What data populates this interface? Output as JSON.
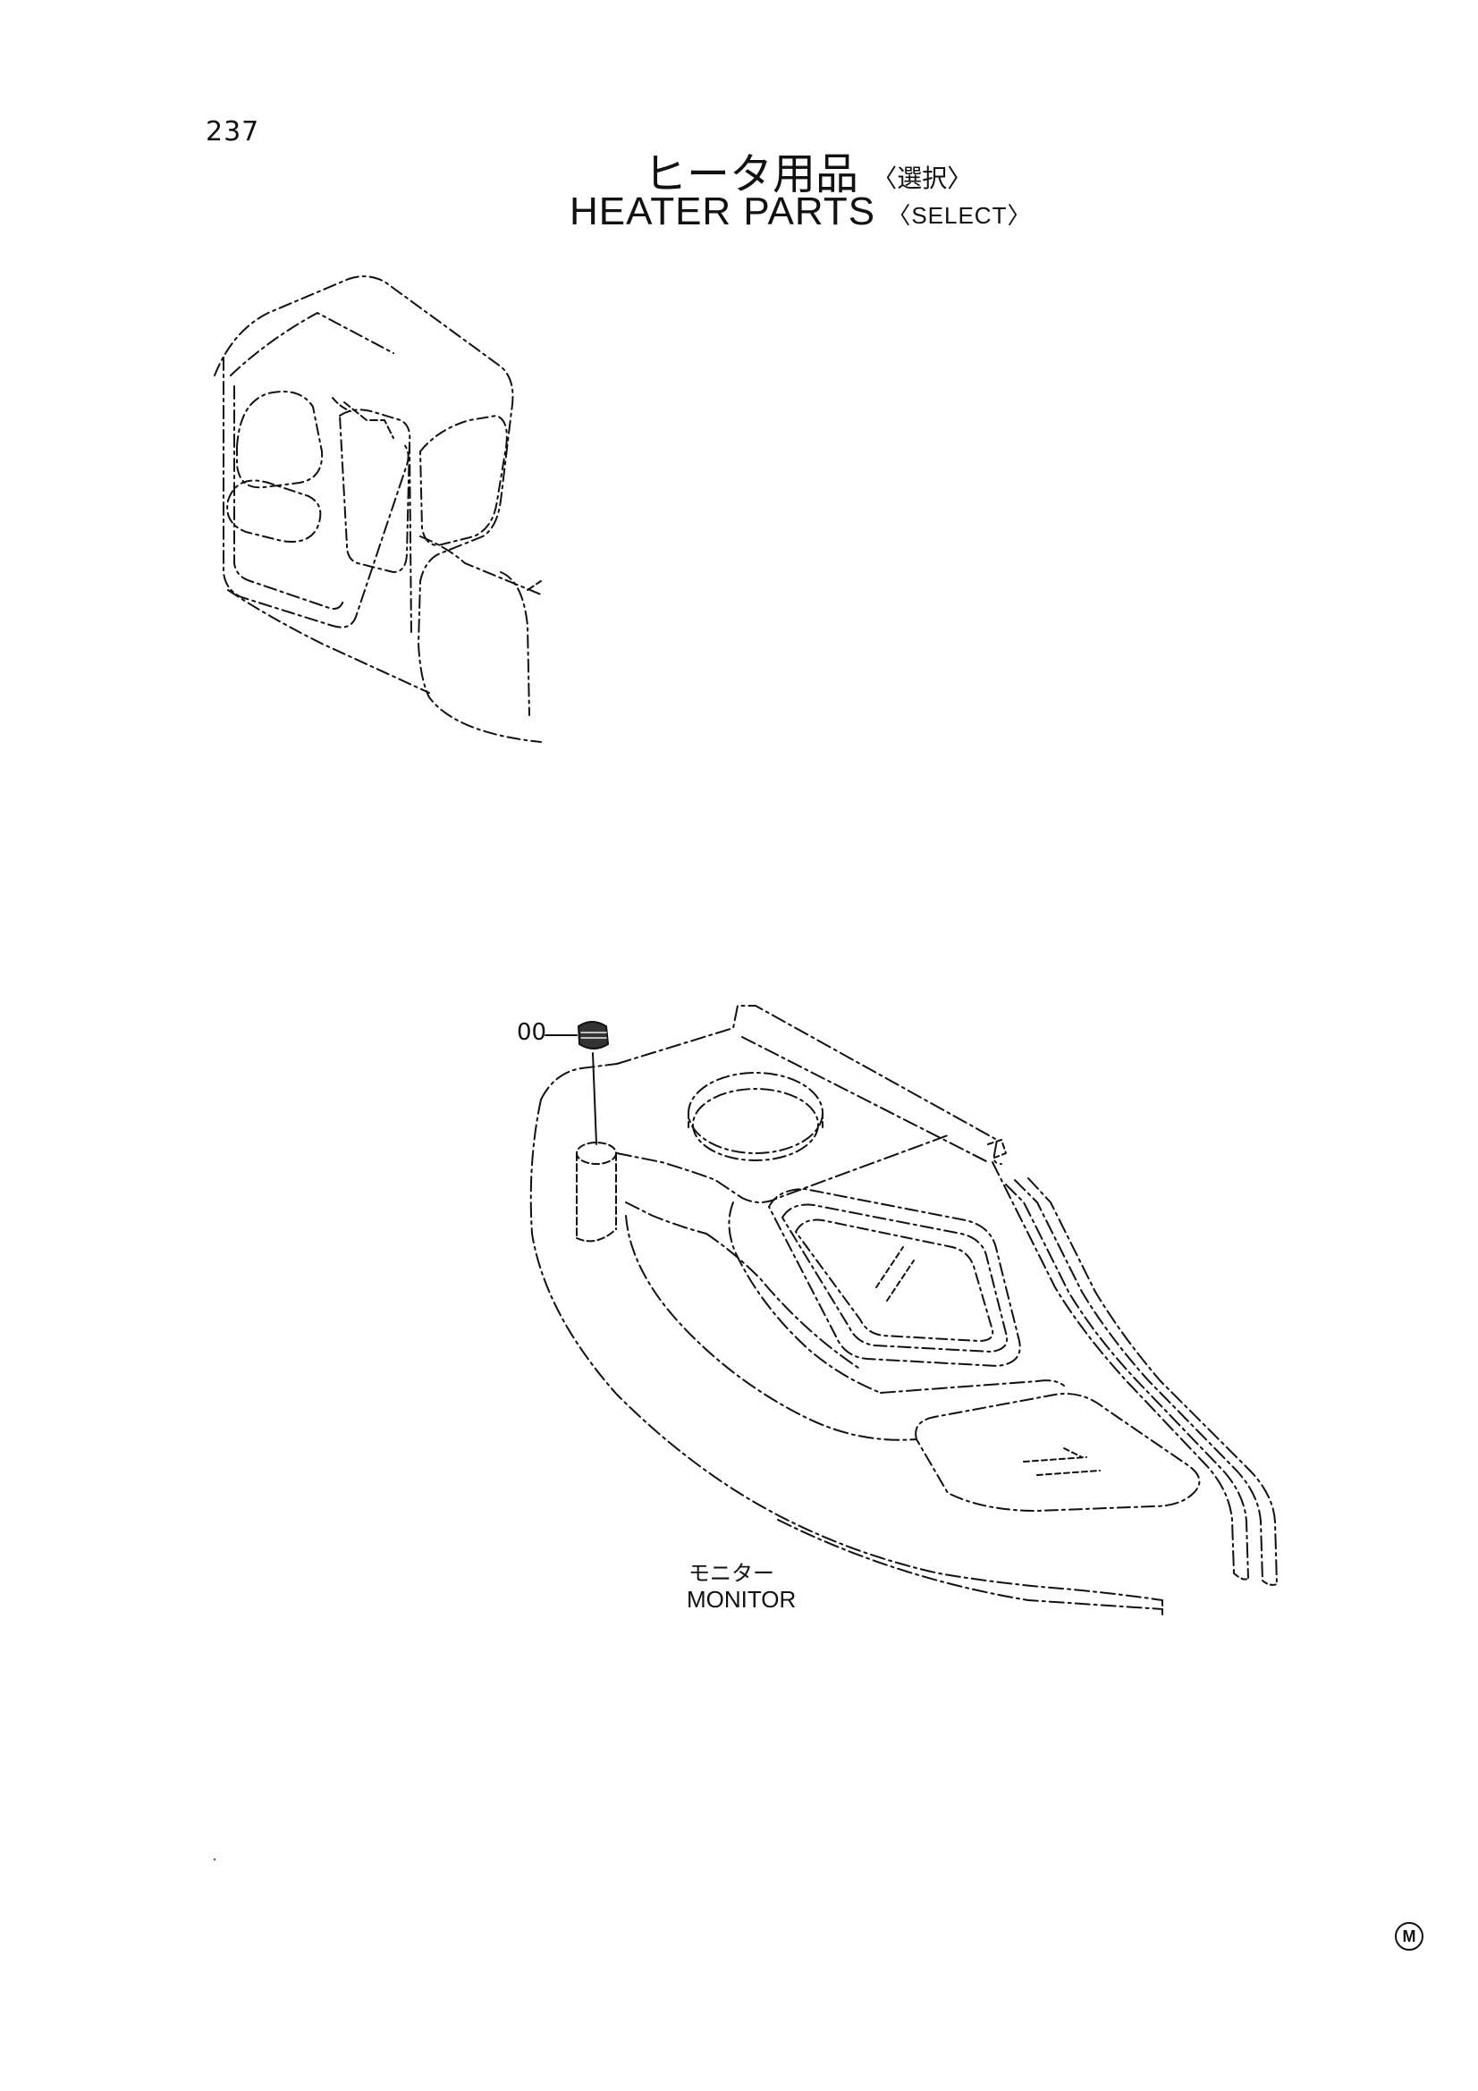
{
  "page_number": "237",
  "title": {
    "jp_main": "ヒータ用品",
    "jp_sub": "〈選択〉",
    "en_main": "HEATER PARTS",
    "en_sub": "〈SELECT〉"
  },
  "callouts": {
    "part_ref": "00",
    "monitor_jp": "モニター",
    "monitor_en": "MONITOR"
  },
  "corner_mark": "M"
}
